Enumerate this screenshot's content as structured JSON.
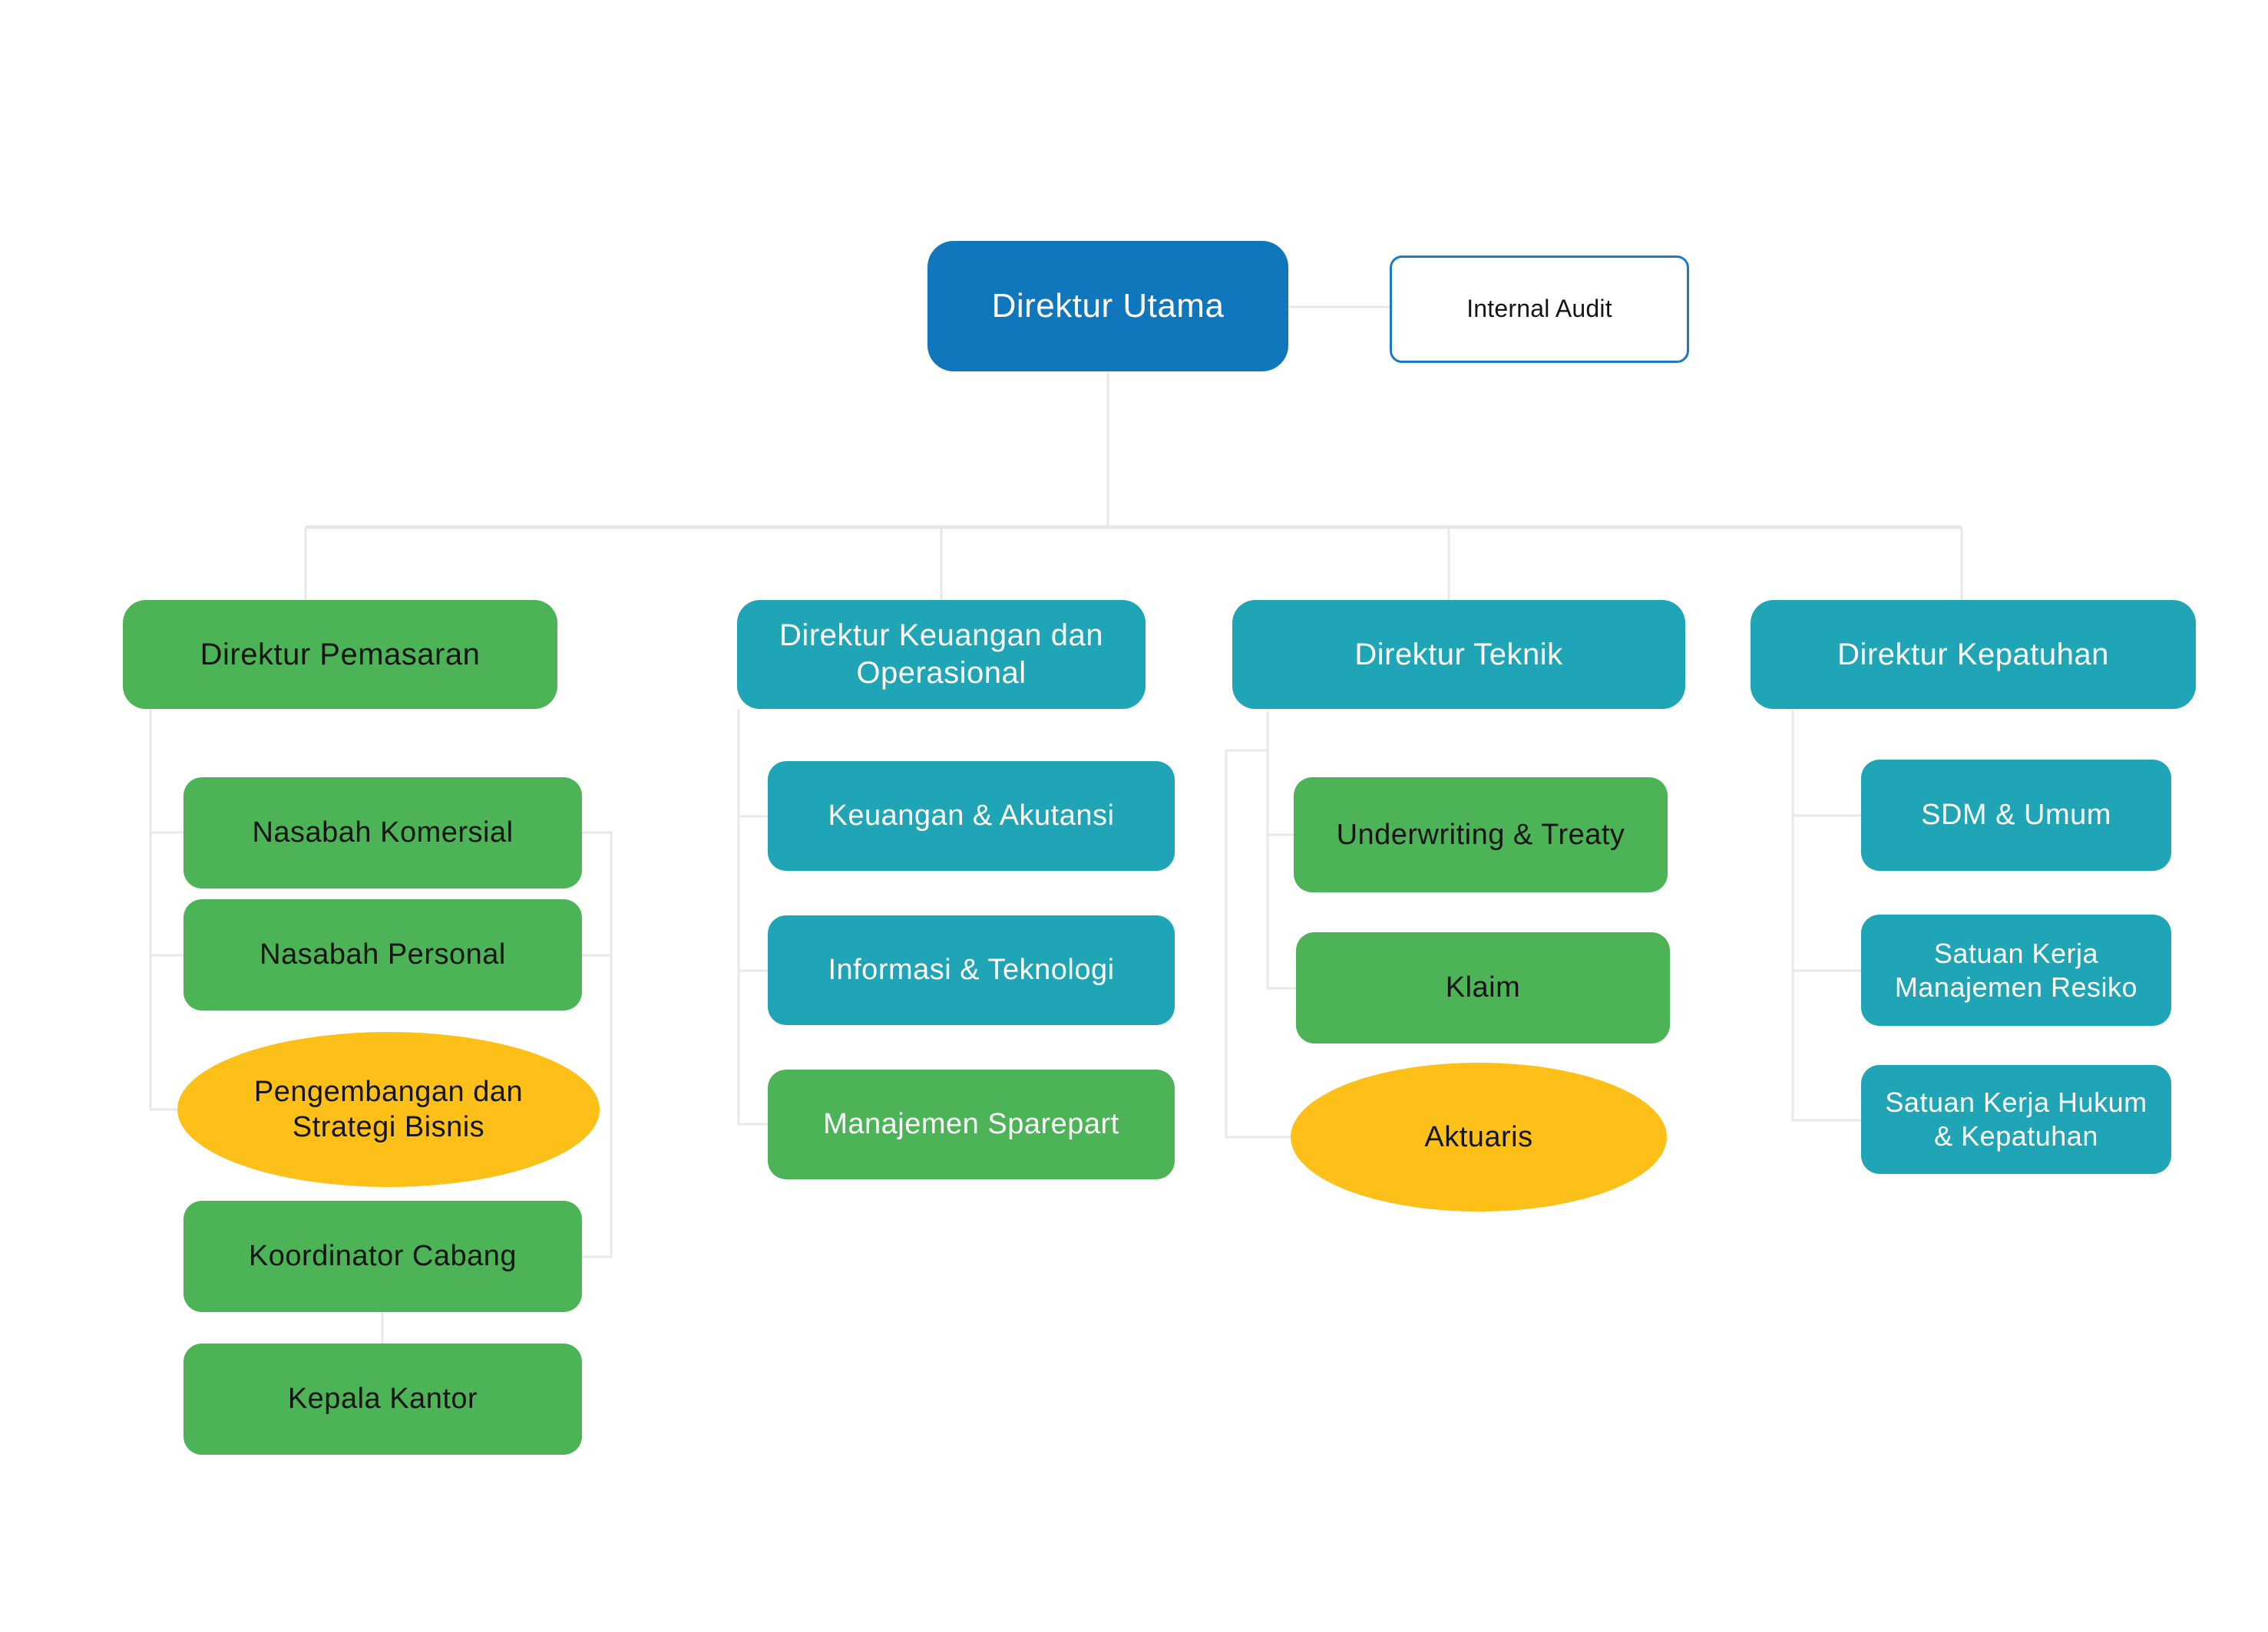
{
  "palette": {
    "root_blue": "#1177BD",
    "teal": "#1FA5B5",
    "green": "#4CB456",
    "yellow": "#FDC018",
    "audit_border_blue": "#1B7AC4",
    "connector_gray": "#E8E8E8",
    "text_dark": "#151515",
    "text_light": "#FFFFFF"
  },
  "root": {
    "label": "Direktur Utama"
  },
  "staff": {
    "label": "Internal Audit"
  },
  "branches": [
    {
      "label": "Direktur Pemasaran",
      "children": [
        "Nasabah Komersial",
        "Nasabah Personal",
        "Pengembangan dan Strategi Bisnis",
        "Koordinator Cabang",
        "Kepala Kantor"
      ]
    },
    {
      "label": "Direktur Keuangan dan Operasional",
      "children": [
        "Keuangan & Akutansi",
        "Informasi & Teknologi",
        "Manajemen Sparepart"
      ]
    },
    {
      "label": "Direktur Teknik",
      "children": [
        "Underwriting & Treaty",
        "Klaim",
        "Aktuaris"
      ]
    },
    {
      "label": "Direktur Kepatuhan",
      "children": [
        "SDM & Umum",
        "Satuan Kerja Manajemen Resiko",
        "Satuan Kerja Hukum & Kepatuhan"
      ]
    }
  ]
}
